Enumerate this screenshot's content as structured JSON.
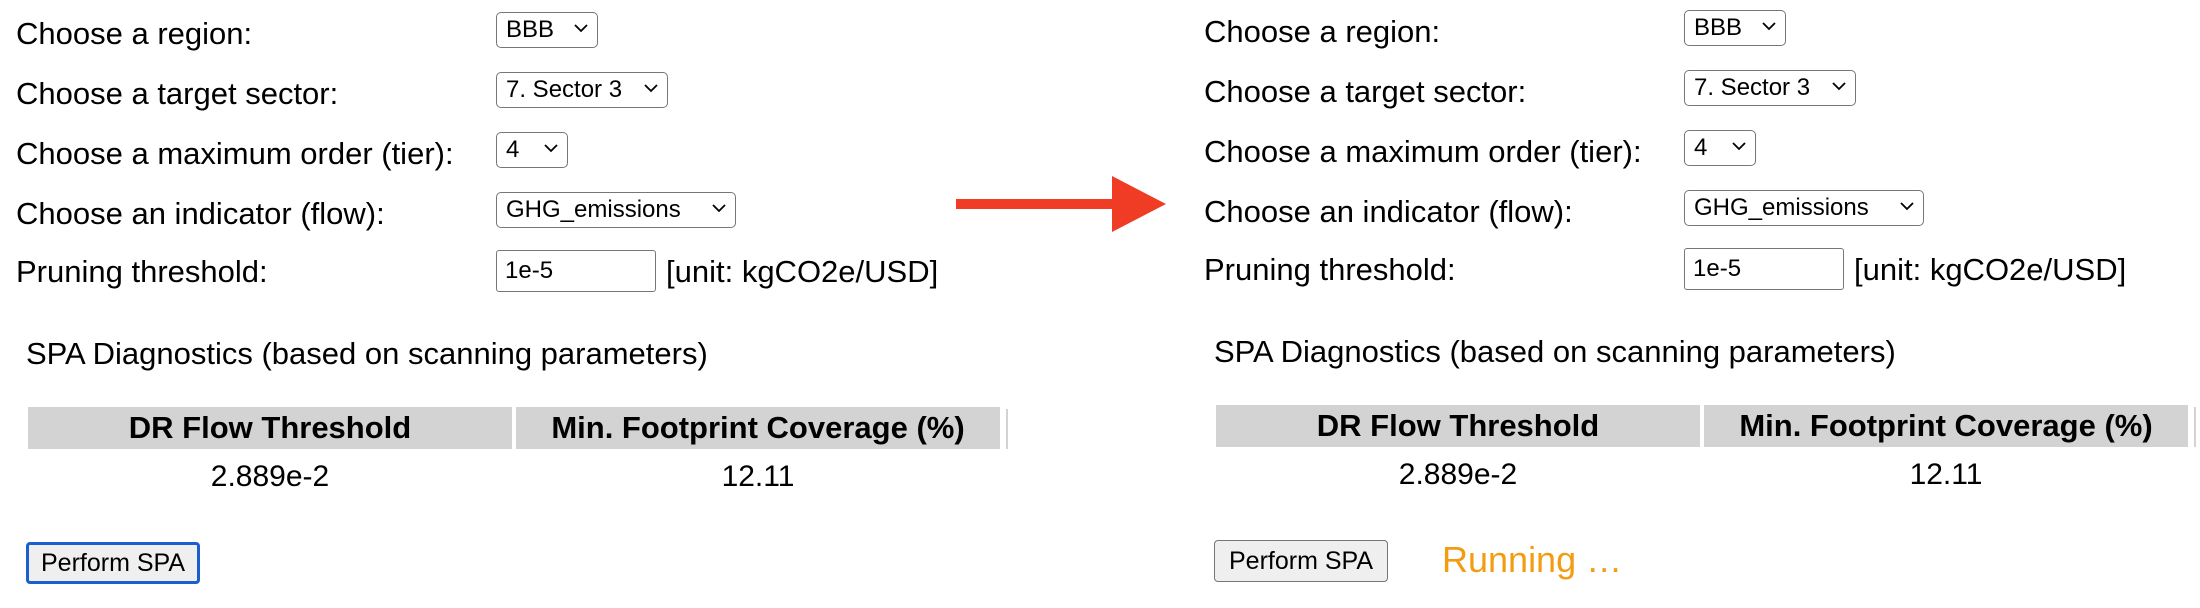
{
  "colors": {
    "arrow": "#f03c24",
    "running_status": "#f39c12",
    "table_header_bg": "#d3d3d3",
    "focus_ring": "#1a5fd0"
  },
  "icons": {
    "dropdown": "chevron-down-icon",
    "transition": "arrow-right-icon"
  },
  "form": {
    "region_label": "Choose a region:",
    "region_value": "BBB",
    "sector_label": "Choose a target sector:",
    "sector_value": "7. Sector 3",
    "order_label": "Choose a maximum order (tier):",
    "order_value": "4",
    "indicator_label": "Choose an indicator (flow):",
    "indicator_value": "GHG_emissions",
    "threshold_label": "Pruning threshold:",
    "threshold_value": "1e-5",
    "threshold_unit": "[unit: kgCO2e/USD]"
  },
  "diagnostics": {
    "title": "SPA Diagnostics (based on scanning parameters)",
    "columns": [
      "DR Flow Threshold",
      "Min. Footprint Coverage (%)"
    ],
    "row": [
      "2.889e-2",
      "12.11"
    ]
  },
  "action": {
    "button_label": "Perform SPA",
    "running_status": "Running …"
  }
}
